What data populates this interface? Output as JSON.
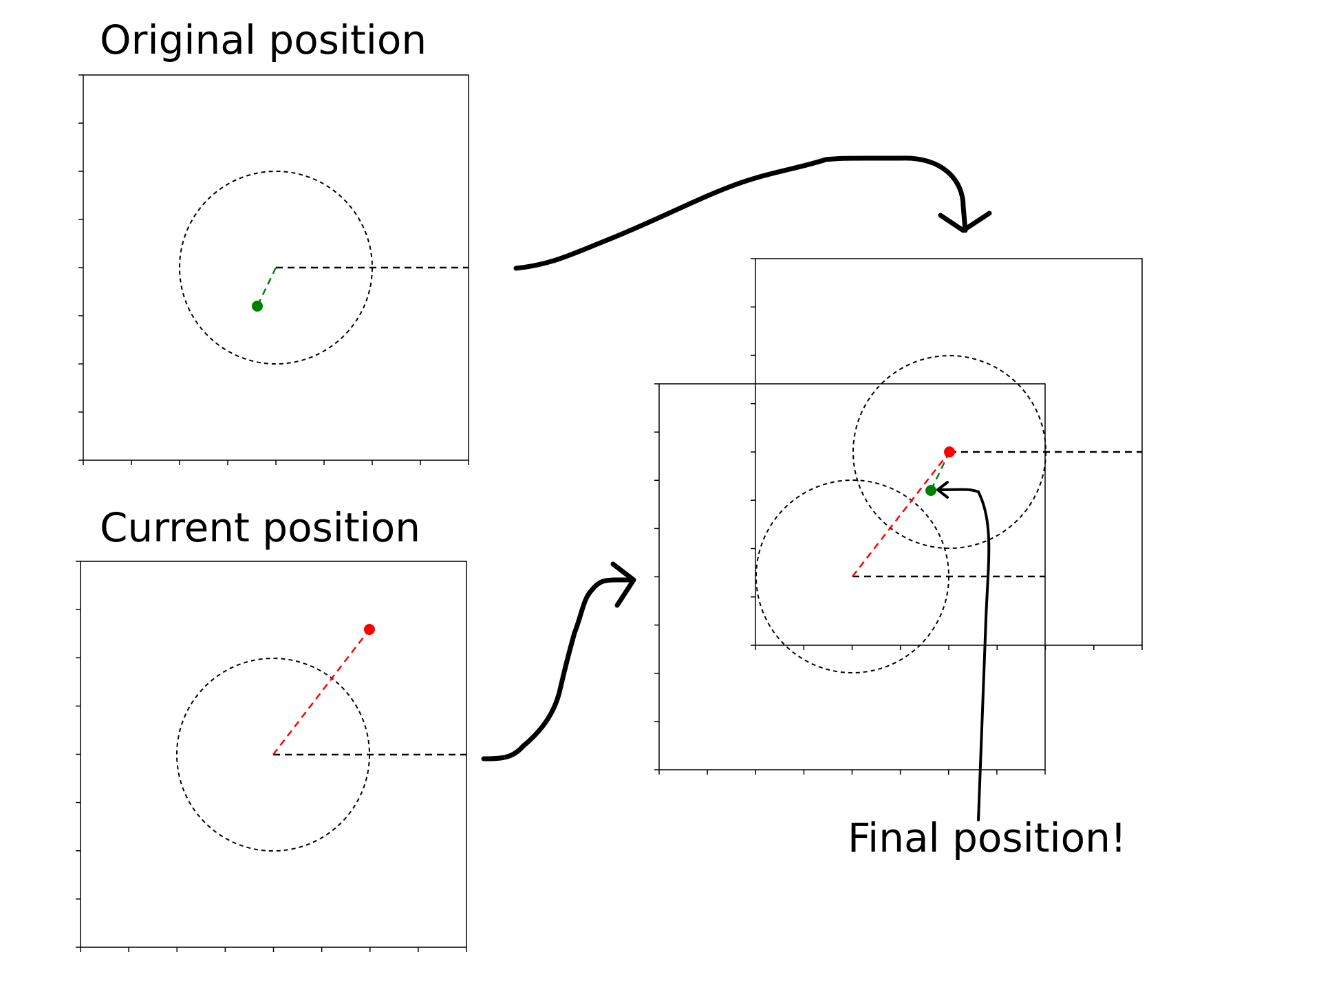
{
  "labels": {
    "original": "Original position",
    "current": "Current position",
    "final": "Final position!"
  },
  "colors": {
    "frame": "#000000",
    "guide": "#000000",
    "original_point": "#008000",
    "current_point": "#ff0000",
    "arrow": "#000000",
    "background": "#ffffff"
  },
  "diagram": {
    "tick_count_per_axis": 9,
    "circle_style": "dashed",
    "reference_line_style": "dashed"
  }
}
